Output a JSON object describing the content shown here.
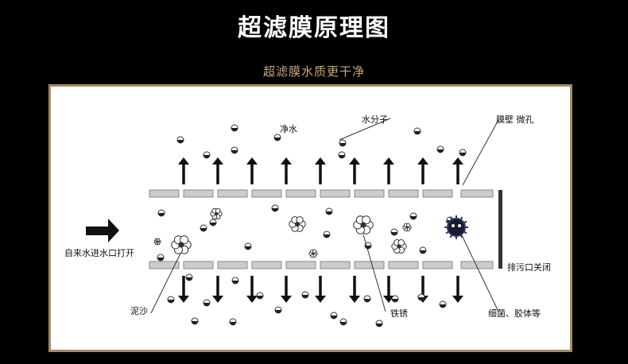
{
  "header": {
    "title": "超滤膜原理图",
    "subtitle": "超滤膜水质更干净"
  },
  "diagram": {
    "labels": {
      "clean_water": "净水",
      "water_molecule": "水分子",
      "membrane_wall": "膜壁 微孔",
      "inlet": "自来水进水口打开",
      "outlet": "排污口关闭",
      "sand": "泥沙",
      "rust": "铁锈",
      "bacteria": "细菌、胶体等"
    },
    "colors": {
      "panel_border": "#a58a66",
      "subtitle": "#c9a77c",
      "arrow": "#111111",
      "membrane": "#cccccc"
    }
  }
}
